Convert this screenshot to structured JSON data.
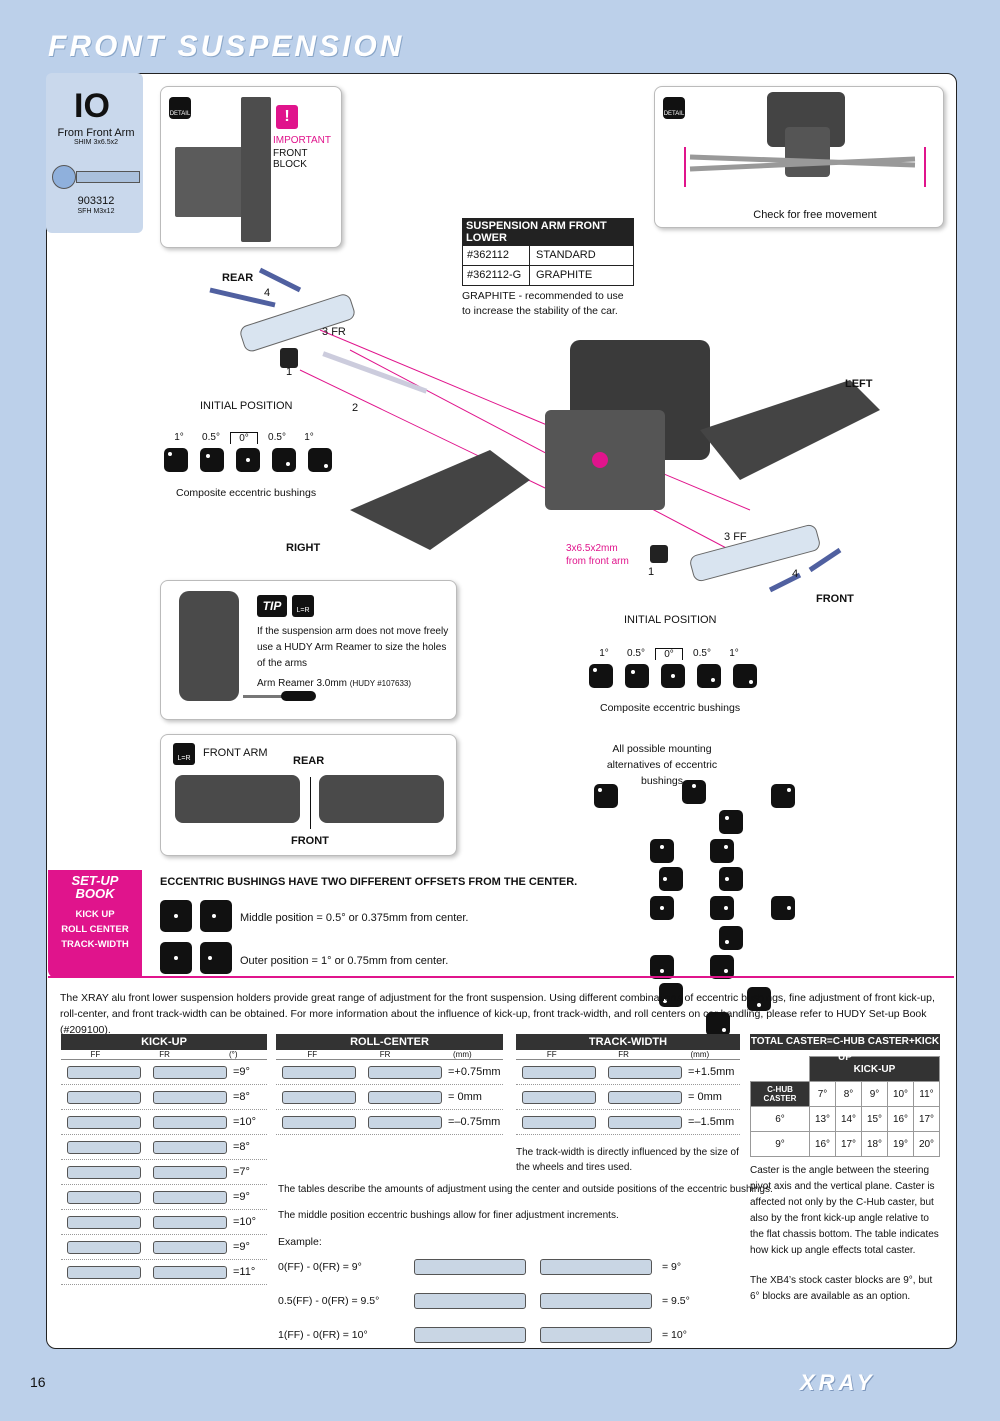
{
  "page_title": "FRONT SUSPENSION",
  "page_number": "16",
  "brand_logo": "XRAY",
  "parts": {
    "shim_qty": "IO",
    "shim_label": "From Front Arm",
    "shim_spec": "SHIM 3x6.5x2",
    "screw_code": "903312",
    "screw_spec": "SFH M3x12"
  },
  "detail_badge": "DETAIL",
  "important": {
    "line1": "IMPORTANT",
    "line2": "FRONT BLOCK"
  },
  "check_movement": "Check for free movement",
  "suspension_table": {
    "title": "SUSPENSION ARM FRONT LOWER",
    "rows": [
      {
        "code": "#362112",
        "name": "STANDARD"
      },
      {
        "code": "#362112-G",
        "name": "GRAPHITE"
      }
    ],
    "note": "GRAPHITE - recommended to use to increase the stability of the car."
  },
  "labels": {
    "rear": "REAR",
    "left": "LEFT",
    "right": "RIGHT",
    "front": "FRONT",
    "fr": "FR",
    "ff": "FF",
    "step1": "1",
    "step2": "2",
    "step3": "3",
    "step4": "4",
    "shim_callout": "3x6.5x2mm from front arm"
  },
  "initial_position": "INITIAL POSITION",
  "bushing_angles": [
    "1°",
    "0.5°",
    "0°",
    "0.5°",
    "1°"
  ],
  "composite_label": "Composite eccentric bushings",
  "tip": {
    "badge": "TIP",
    "text": "If the suspension arm does not move freely use a HUDY Arm Reamer to size the holes of the arms",
    "tool": "Arm Reamer 3.0mm",
    "tool_ref": "(HUDY #107633)",
    "lr": "L=R"
  },
  "front_arm": {
    "label": "FRONT ARM",
    "rear": "REAR",
    "front": "FRONT"
  },
  "mounting_title": "All possible mounting alternatives of eccentric bushings",
  "setup_book": {
    "title1": "SET-UP",
    "title2": "BOOK",
    "items": [
      "KICK UP",
      "ROLL CENTER",
      "TRACK-WIDTH"
    ]
  },
  "eccentric": {
    "heading": "ECCENTRIC BUSHINGS HAVE TWO DIFFERENT OFFSETS FROM THE CENTER.",
    "middle": "Middle position = 0.5° or 0.375mm from center.",
    "outer": "Outer position = 1° or 0.75mm from center."
  },
  "intro": "The XRAY alu front lower suspension holders provide great range of adjustment for the front suspension. Using different combinations of eccentric bushings, fine adjustment of front kick-up, roll-center, and front track-width can be obtained. For more information about the influence of kick-up, front track-width, and roll centers on car handling, please refer to HUDY Set-up Book (#209100).",
  "kickup": {
    "title": "KICK-UP",
    "col_ff": "FF",
    "col_fr": "FR",
    "unit": "(°)",
    "values": [
      "=9°",
      "=8°",
      "=10°",
      "=8°",
      "=7°",
      "=9°",
      "=10°",
      "=9°",
      "=11°"
    ]
  },
  "rollcenter": {
    "title": "ROLL-CENTER",
    "col_ff": "FF",
    "col_fr": "FR",
    "unit": "(mm)",
    "values": [
      "=+0.75mm",
      "= 0mm",
      "=–0.75mm"
    ]
  },
  "trackwidth": {
    "title": "TRACK-WIDTH",
    "col_ff": "FF",
    "col_fr": "FR",
    "unit": "(mm)",
    "values": [
      "=+1.5mm",
      "= 0mm",
      "=–1.5mm"
    ],
    "note": "The track-width is directly influenced by the size of the wheels and tires used."
  },
  "notes": {
    "tables": "The tables describe the amounts of adjustment using the center and outside positions of the eccentric bushings.",
    "middle": "The middle position eccentric bushings allow for finer adjustment increments.",
    "example": "Example:",
    "examples": [
      {
        "formula": "0(FF) - 0(FR) = 9°",
        "result": "= 9°"
      },
      {
        "formula": "0.5(FF) - 0(FR) = 9.5°",
        "result": "= 9.5°"
      },
      {
        "formula": "1(FF) - 0(FR) = 10°",
        "result": "= 10°"
      }
    ]
  },
  "caster": {
    "title": "TOTAL CASTER=C-HUB CASTER+KICK UP",
    "kickup_hdr": "KICK-UP",
    "chub_hdr": "C-HUB CASTER",
    "kick_values": [
      "7°",
      "8°",
      "9°",
      "10°",
      "11°"
    ],
    "rows": [
      {
        "caster": "6°",
        "values": [
          "13°",
          "14°",
          "15°",
          "16°",
          "17°"
        ]
      },
      {
        "caster": "9°",
        "values": [
          "16°",
          "17°",
          "18°",
          "19°",
          "20°"
        ]
      }
    ],
    "desc": "Caster is the angle between the steering pivot axis and the vertical plane. Caster is affected not only by the C-Hub caster, but also by the front kick-up angle relative to the flat chassis bottom. The table indicates how kick up angle effects total caster.",
    "stock": "The XB4’s stock caster blocks are 9°, but 6° blocks are available as an option."
  },
  "colors": {
    "accent": "#e0148c",
    "background": "#bcd0ea"
  }
}
